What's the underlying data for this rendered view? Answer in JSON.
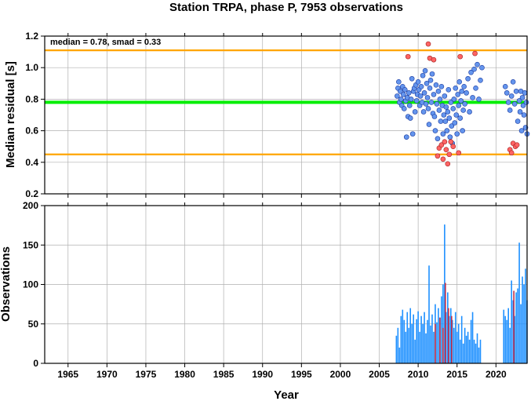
{
  "chart_data": [
    {
      "type": "scatter",
      "title": "Station TRPA, phase P, 7953 observations",
      "ylabel": "Median residual [s]",
      "xlabel": "",
      "xlim": [
        1962,
        2024
      ],
      "ylim": [
        0.2,
        1.2
      ],
      "x_ticks": [
        "1965",
        "1970",
        "1975",
        "1980",
        "1985",
        "1990",
        "1995",
        "2000",
        "2005",
        "2010",
        "2015",
        "2020"
      ],
      "y_ticks": [
        "0.2",
        "0.4",
        "0.6",
        "0.8",
        "1.0",
        "1.2"
      ],
      "annotation": "median = 0.78, smad = 0.33",
      "grid": true,
      "reference_lines": [
        {
          "value": 1.11,
          "color": "#ffa500"
        },
        {
          "value": 0.78,
          "color": "#00ee00"
        },
        {
          "value": 0.45,
          "color": "#ffa500"
        }
      ],
      "series": [
        {
          "color": "#6495ed",
          "points": [
            [
              2007.3,
              0.82
            ],
            [
              2007.4,
              0.87
            ],
            [
              2007.5,
              0.91
            ],
            [
              2007.6,
              0.78
            ],
            [
              2007.7,
              0.85
            ],
            [
              2007.8,
              0.8
            ],
            [
              2007.9,
              0.76
            ],
            [
              2008.0,
              0.88
            ],
            [
              2008.1,
              0.83
            ],
            [
              2008.2,
              0.74
            ],
            [
              2008.3,
              0.86
            ],
            [
              2008.4,
              0.79
            ],
            [
              2008.5,
              0.56
            ],
            [
              2008.6,
              0.81
            ],
            [
              2008.7,
              0.69
            ],
            [
              2008.8,
              0.84
            ],
            [
              2008.9,
              0.76
            ],
            [
              2009.0,
              0.68
            ],
            [
              2009.1,
              0.8
            ],
            [
              2009.2,
              0.93
            ],
            [
              2009.3,
              0.58
            ],
            [
              2009.4,
              0.85
            ],
            [
              2009.5,
              0.87
            ],
            [
              2009.6,
              0.72
            ],
            [
              2009.7,
              0.89
            ],
            [
              2009.8,
              0.79
            ],
            [
              2009.9,
              0.83
            ],
            [
              2010.0,
              0.91
            ],
            [
              2010.1,
              0.86
            ],
            [
              2010.2,
              0.76
            ],
            [
              2010.3,
              0.82
            ],
            [
              2010.4,
              0.88
            ],
            [
              2010.5,
              0.78
            ],
            [
              2010.6,
              0.95
            ],
            [
              2010.7,
              0.72
            ],
            [
              2010.8,
              0.84
            ],
            [
              2010.9,
              0.98
            ],
            [
              2011.0,
              0.77
            ],
            [
              2011.1,
              0.9
            ],
            [
              2011.2,
              0.81
            ],
            [
              2011.3,
              0.74
            ],
            [
              2011.4,
              0.64
            ],
            [
              2011.5,
              0.87
            ],
            [
              2011.6,
              0.92
            ],
            [
              2011.7,
              0.78
            ],
            [
              2011.8,
              0.96
            ],
            [
              2011.9,
              0.71
            ],
            [
              2012.0,
              0.83
            ],
            [
              2012.1,
              0.69
            ],
            [
              2012.2,
              0.6
            ],
            [
              2012.3,
              0.89
            ],
            [
              2012.4,
              0.77
            ],
            [
              2012.5,
              0.55
            ],
            [
              2012.6,
              0.85
            ],
            [
              2012.7,
              0.73
            ],
            [
              2012.8,
              0.8
            ],
            [
              2012.9,
              0.66
            ],
            [
              2013.0,
              0.88
            ],
            [
              2013.1,
              0.76
            ],
            [
              2013.2,
              0.58
            ],
            [
              2013.3,
              0.7
            ],
            [
              2013.4,
              0.82
            ],
            [
              2013.5,
              0.66
            ],
            [
              2013.6,
              0.75
            ],
            [
              2013.7,
              0.6
            ],
            [
              2013.8,
              0.72
            ],
            [
              2013.9,
              0.86
            ],
            [
              2014.0,
              0.68
            ],
            [
              2014.1,
              0.56
            ],
            [
              2014.2,
              0.78
            ],
            [
              2014.3,
              0.63
            ],
            [
              2014.4,
              0.52
            ],
            [
              2014.5,
              0.74
            ],
            [
              2014.6,
              0.8
            ],
            [
              2014.7,
              0.65
            ],
            [
              2014.8,
              0.87
            ],
            [
              2014.9,
              0.7
            ],
            [
              2015.0,
              0.58
            ],
            [
              2015.1,
              0.83
            ],
            [
              2015.2,
              0.76
            ],
            [
              2015.3,
              0.91
            ],
            [
              2015.4,
              0.68
            ],
            [
              2015.5,
              0.79
            ],
            [
              2015.6,
              0.85
            ],
            [
              2015.7,
              0.6
            ],
            [
              2015.8,
              0.73
            ],
            [
              2015.9,
              0.88
            ],
            [
              2016.0,
              0.77
            ],
            [
              2016.2,
              0.84
            ],
            [
              2016.4,
              0.93
            ],
            [
              2016.6,
              0.72
            ],
            [
              2016.8,
              0.97
            ],
            [
              2017.0,
              0.81
            ],
            [
              2017.2,
              0.99
            ],
            [
              2017.4,
              0.87
            ],
            [
              2017.6,
              1.02
            ],
            [
              2017.8,
              0.8
            ],
            [
              2018.0,
              0.92
            ],
            [
              2018.2,
              1.0
            ],
            [
              2021.2,
              0.88
            ],
            [
              2021.4,
              0.84
            ],
            [
              2021.6,
              0.78
            ],
            [
              2021.8,
              0.73
            ],
            [
              2022.0,
              0.82
            ],
            [
              2022.2,
              0.91
            ],
            [
              2022.4,
              0.77
            ],
            [
              2022.6,
              0.85
            ],
            [
              2022.8,
              0.66
            ],
            [
              2023.0,
              0.79
            ],
            [
              2023.1,
              0.72
            ],
            [
              2023.2,
              0.85
            ],
            [
              2023.3,
              0.6
            ],
            [
              2023.4,
              0.81
            ],
            [
              2023.5,
              0.76
            ],
            [
              2023.6,
              0.7
            ],
            [
              2023.7,
              0.84
            ],
            [
              2023.8,
              0.62
            ],
            [
              2023.9,
              0.78
            ],
            [
              2024.0,
              0.58
            ]
          ]
        },
        {
          "color": "#ff6464",
          "points": [
            [
              2008.7,
              1.07
            ],
            [
              2011.3,
              1.15
            ],
            [
              2011.5,
              1.06
            ],
            [
              2012.0,
              1.05
            ],
            [
              2012.5,
              0.44
            ],
            [
              2012.7,
              0.49
            ],
            [
              2013.0,
              0.51
            ],
            [
              2013.2,
              0.42
            ],
            [
              2013.4,
              0.53
            ],
            [
              2013.6,
              0.48
            ],
            [
              2013.8,
              0.39
            ],
            [
              2014.0,
              0.45
            ],
            [
              2014.2,
              0.53
            ],
            [
              2014.5,
              0.5
            ],
            [
              2015.2,
              0.46
            ],
            [
              2015.4,
              1.07
            ],
            [
              2017.3,
              1.09
            ],
            [
              2021.8,
              0.48
            ],
            [
              2022.0,
              0.46
            ],
            [
              2022.2,
              0.52
            ],
            [
              2022.5,
              0.5
            ],
            [
              2022.7,
              0.51
            ]
          ]
        }
      ]
    },
    {
      "type": "bar",
      "xlabel": "Year",
      "ylabel": "Observations",
      "xlim": [
        1962,
        2024
      ],
      "ylim": [
        0,
        200
      ],
      "x_ticks": [
        "1965",
        "1970",
        "1975",
        "1980",
        "1985",
        "1990",
        "1995",
        "2000",
        "2005",
        "2010",
        "2015",
        "2020"
      ],
      "y_ticks": [
        "0",
        "50",
        "100",
        "150",
        "200"
      ],
      "grid": true,
      "series": [
        {
          "color": "#1e90ff",
          "x": [
            2007.2,
            2007.4,
            2007.6,
            2007.8,
            2008.0,
            2008.2,
            2008.4,
            2008.6,
            2008.8,
            2009.0,
            2009.2,
            2009.4,
            2009.6,
            2009.8,
            2010.0,
            2010.2,
            2010.4,
            2010.6,
            2010.8,
            2011.0,
            2011.2,
            2011.4,
            2011.6,
            2011.8,
            2012.0,
            2012.2,
            2012.4,
            2012.6,
            2012.8,
            2013.0,
            2013.2,
            2013.4,
            2013.6,
            2013.8,
            2014.0,
            2014.2,
            2014.4,
            2014.6,
            2014.8,
            2015.0,
            2015.2,
            2015.4,
            2015.6,
            2015.8,
            2016.0,
            2016.2,
            2016.4,
            2016.6,
            2016.8,
            2017.0,
            2017.2,
            2017.4,
            2017.6,
            2017.8,
            2018.0,
            2021.0,
            2021.2,
            2021.4,
            2021.6,
            2021.8,
            2022.0,
            2022.2,
            2022.4,
            2022.6,
            2022.8,
            2023.0,
            2023.2,
            2023.4,
            2023.6,
            2023.8,
            2024.0
          ],
          "values": [
            35,
            45,
            20,
            60,
            68,
            55,
            40,
            65,
            45,
            70,
            50,
            62,
            30,
            56,
            66,
            40,
            60,
            50,
            65,
            38,
            55,
            124,
            48,
            62,
            40,
            75,
            52,
            70,
            58,
            85,
            100,
            176,
            65,
            90,
            60,
            70,
            55,
            45,
            65,
            40,
            50,
            30,
            60,
            25,
            45,
            35,
            40,
            30,
            55,
            65,
            30,
            25,
            38,
            20,
            30,
            68,
            60,
            55,
            70,
            45,
            105,
            80,
            60,
            90,
            95,
            153,
            75,
            110,
            100,
            120,
            80
          ]
        },
        {
          "color": "#c0304a",
          "x": [
            2012.2,
            2012.8,
            2013.2,
            2013.5,
            2013.9,
            2014.3,
            2022.3
          ],
          "values": [
            50,
            58,
            45,
            102,
            70,
            60,
            92
          ]
        }
      ]
    }
  ]
}
